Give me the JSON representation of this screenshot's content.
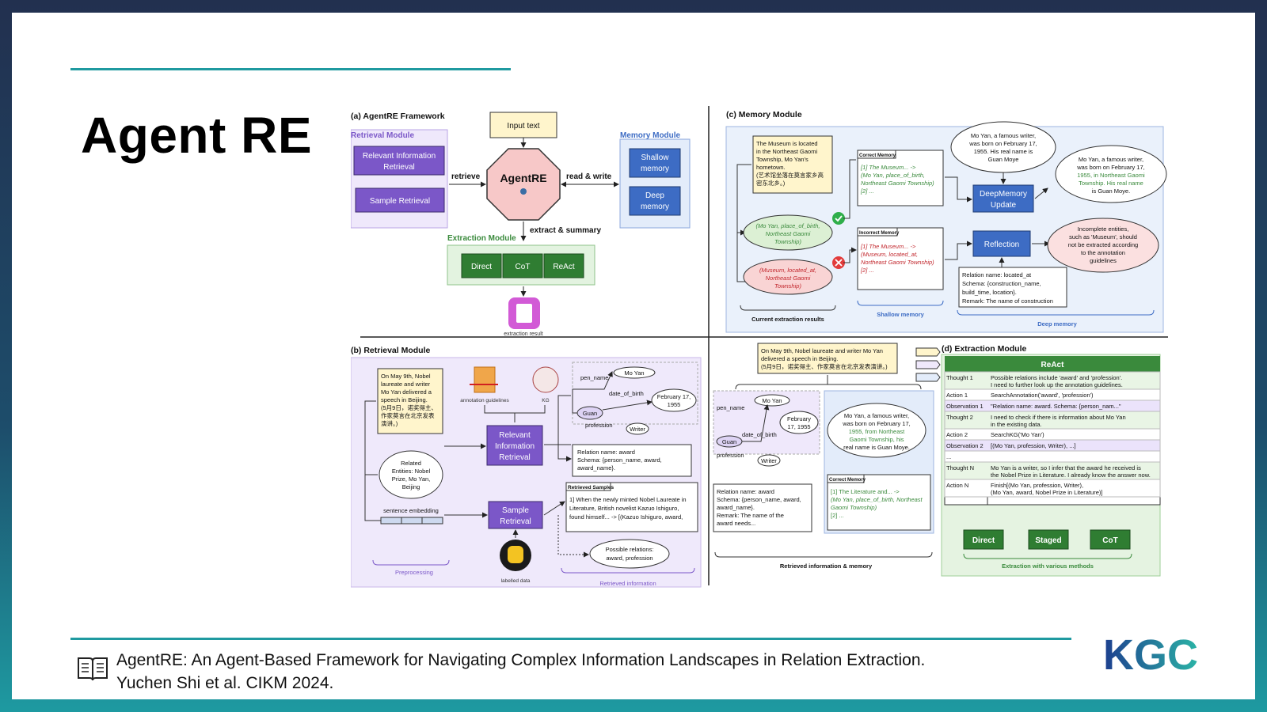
{
  "slide": {
    "title": "Agent RE",
    "citation_line1": "AgentRE: An Agent-Based Framework for Navigating Complex Information Landscapes in Relation Extraction.",
    "citation_line2": "Yuchen Shi et al. CIKM 2024.",
    "logo_text": "KGC"
  },
  "colors": {
    "accent": "#1f9aa0",
    "purple": "#7b57c8",
    "blue": "#3d6cc4",
    "green": "#3a8a3c"
  },
  "panel_a": {
    "title": "(a) AgentRE Framework",
    "retrieval_module": "Retrieval Module",
    "relevant_info": [
      "Relevant Information",
      "Retrieval"
    ],
    "sample_retrieval": "Sample Retrieval",
    "input_text": "Input text",
    "agent": "AgentRE",
    "retrieve": "retrieve",
    "read_write": "read & write",
    "memory_module": "Memory Module",
    "shallow": [
      "Shallow",
      "memory"
    ],
    "deep": [
      "Deep",
      "memory"
    ],
    "extract_summary": "extract & summary",
    "extraction_module": "Extraction Module",
    "direct": "Direct",
    "cot": "CoT",
    "react": "ReAct",
    "extraction_result": "extraction result"
  },
  "panel_b": {
    "title": "(b) Retrieval Module",
    "sentence": [
      "On May 9th, Nobel",
      "laureate and writer",
      "Mo Yan delivered a",
      "speech in Beijing.",
      "(5月9日，诺奖得主、",
      "作家莫言在北京发表",
      "演讲。)"
    ],
    "related": [
      "Related",
      "Entities: Nobel",
      "Prize, Mo Yan,",
      "Beijing"
    ],
    "sentence_embedding": "sentence embedding",
    "preprocessing": "Preprocessing",
    "annotation_guidelines": "annotation guidelines",
    "kg": "KG",
    "relevant_info": [
      "Relevant",
      "Information",
      "Retrieval"
    ],
    "sample_retrieval": [
      "Sample",
      "Retrieval"
    ],
    "labelled_data": "labelled data",
    "pen_name": "pen_name",
    "mo_yan": "Mo Yan",
    "date_of_birth": "date_of_birth",
    "guan": "Guan",
    "feb": [
      "February 17,",
      "1955"
    ],
    "profession": "profession",
    "writer": "Writer",
    "relation_schema": [
      "Relation name: award",
      "Schema: {person_name, award,",
      "award_name}."
    ],
    "retrieved_samples": "Retrieved Samples",
    "sample_text": [
      "1] When the newly minted Nobel Laureate in",
      "Literature, British novelist Kazuo Ishiguro,",
      "found himself... -> [(Kazuo Ishiguro, award,"
    ],
    "possible_relations": [
      "Possible relations:",
      "award, profession"
    ],
    "retrieved_information": "Retrieved information"
  },
  "panel_c": {
    "title": "(c) Memory Module",
    "museum_text": [
      "The Museum is located",
      "in the Northeast Gaomi",
      "Township, Mo Yan's",
      "hometown.",
      "(艺术馆坐落在莫言家乡高",
      "密东北乡。)"
    ],
    "good_triple": [
      "(Mo Yan, place_of_birth,",
      "Northeast Gaomi",
      "Township)"
    ],
    "bad_triple": [
      "(Museum, located_at,",
      "Northeast Gaomi",
      "Township)"
    ],
    "current_results": "Current extraction results",
    "correct_memory": "Correct Memory",
    "correct_lines": [
      "[1] The Museum... ->",
      "(Mo Yan, place_of_birth,",
      "Northeast Gaomi Township)",
      "[2] ..."
    ],
    "incorrect_memory": "Incorrect Memory",
    "incorrect_lines": [
      "[1] The Museum... ->",
      "(Museum, located_at,",
      "Northeast Gaomi Township)",
      "[2] ..."
    ],
    "shallow_memory": "Shallow memory",
    "cloud1": [
      "Mo Yan, a famous writer,",
      "was born on February 17,",
      "1955. His real name is",
      "Guan Moye"
    ],
    "cloud2": [
      "Mo Yan, a famous writer,",
      "was born on February 17,",
      "1955, in Northeast Gaomi",
      "Township. His real name",
      "is Guan Moye."
    ],
    "deepmemory_update": [
      "DeepMemory",
      "Update"
    ],
    "reflection": "Reflection",
    "cloud3": [
      "Incomplete entities,",
      "such as 'Museum', should",
      "not be extracted according",
      "to the annotation",
      "guidelines"
    ],
    "relation_card": [
      "Relation name: located_at",
      "Schema: {construction_name,",
      "build_time, location}.",
      "Remark: The name of construction"
    ],
    "deep_memory": "Deep memory"
  },
  "panel_d": {
    "title": "(d) Extraction Module",
    "sentence": [
      "On May 9th, Nobel laureate and writer Mo Yan",
      "delivered a speech in Beijing.",
      "(5月9日，诺奖得主、作家莫言在北京发表演讲。)"
    ],
    "kg_pen": "pen_name",
    "kg_moyan": "Mo Yan",
    "kg_guan": "Guan",
    "kg_date": "date_of_birth",
    "kg_feb": [
      "February",
      "17, 1955"
    ],
    "kg_prof": "profession",
    "kg_writer": "Writer",
    "schema": [
      "Relation name: award",
      "Schema: {person_name, award,",
      "award_name}.",
      "Remark: The name of the",
      "award needs..."
    ],
    "cloud": [
      "Mo Yan, a famous writer,",
      "was born on February 17,",
      "1955, from Northeast",
      "Gaomi Township, his",
      "real name is Guan Moye."
    ],
    "correct_memory": "Correct Memory",
    "correct_lines": [
      "[1] The Literature and... ->",
      "(Mo Yan, place_of_birth, Northeast",
      "Gaomi Township)",
      "[2] ..."
    ],
    "retrieved_memory": "Retrieved information & memory",
    "react_header": "ReAct",
    "rows": [
      {
        "k": "Thought 1",
        "v": [
          "Possible relations include 'award' and 'profession'.",
          "I need to further look up the annotation guidelines."
        ]
      },
      {
        "k": "Action 1",
        "v": [
          "SearchAnnotation('award', 'profession')"
        ]
      },
      {
        "k": "Observation 1",
        "v": [
          "\"Relation name: award. Schema: {person_nam...\""
        ]
      },
      {
        "k": "Thought 2",
        "v": [
          "I need to check if there is information about Mo Yan",
          "in the existing data."
        ]
      },
      {
        "k": "Action 2",
        "v": [
          "SearchKG('Mo Yan')"
        ]
      },
      {
        "k": "Observation 2",
        "v": [
          "[(Mo Yan, profession, Writer), ...]"
        ]
      },
      {
        "k": "...",
        "v": [
          ""
        ]
      },
      {
        "k": "Thought N",
        "v": [
          "Mo Yan is a writer, so I infer that the award he received is",
          "the Nobel Prize in Literature. I already know the answer now."
        ]
      },
      {
        "k": "Action N",
        "v": [
          "Finish[(Mo Yan, profession, Writer),",
          "(Mo Yan, award, Nobel Prize in Literature)]"
        ]
      }
    ],
    "direct": "Direct",
    "staged": "Staged",
    "cot": "CoT",
    "various": "Extraction with various methods"
  }
}
